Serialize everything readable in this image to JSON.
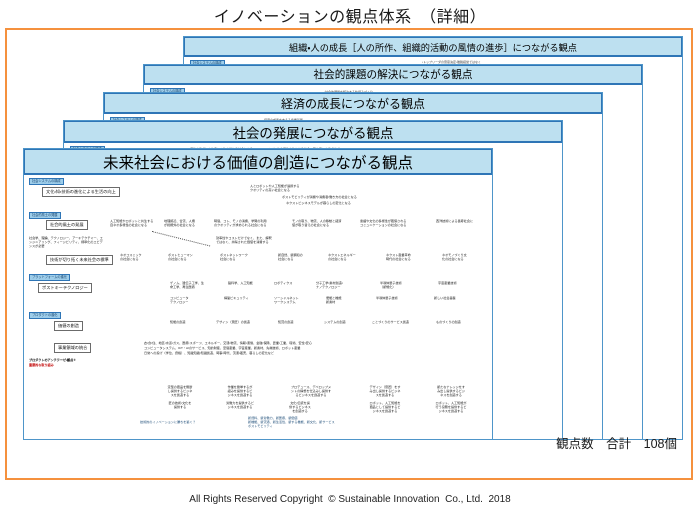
{
  "slide": {
    "title": "イノベーションの観点体系　（詳細）",
    "footer": "All Rights Reserved Copyright  © Sustainable Innovation  Co., Ltd.  2018",
    "total_label": "観点数　合計　108個",
    "accent_border": "#F5913E",
    "card_header_fill": "#BDE0F0",
    "card_border": "#2E75B6",
    "tag_fill": "#9DCDEA"
  },
  "cards": [
    {
      "id": "card-organization-people-growth",
      "title": "組織・人の成長［人の所作、組織的活動の風情の進歩］につながる観点",
      "tag": "社会システムの構成",
      "ghost": "・トップリーダの意思決定・離脱経営ではなく\n・チームワークが機能する"
    },
    {
      "id": "card-social-issue-solution",
      "title": "社会的課題の解決につながる観点",
      "tag": "社会システムの構成",
      "ghost": "・社会的課題を解決する仕組みづくり"
    },
    {
      "id": "card-economic-growth",
      "title": "経済の成長につながる観点",
      "tag": "社会システムの構成",
      "ghost": "経済の成長を支える産業基盤"
    },
    {
      "id": "card-society-development",
      "title": "社会の発展につながる観点",
      "tag": "社会システムの構成",
      "sub_tag": "社会の発展",
      "ghost": "個性を追求しより良い人生を送れる社会となる　・・・・・・　一人ひとりの個性を生かせる社会、夢や思いを追求まで\n文化・知・技術を追求しより良い人生を送れる社会となる"
    }
  ],
  "front_card": {
    "id": "card-future-value-creation",
    "title": "未来社会における価値の創造につながる観点",
    "sections": [
      {
        "tag": "社会システムの構成",
        "box": "文化・知・技術の進化による生活の向上",
        "notes": [
          "人とロボットや人工知能が連携する\nクオリティの高い社会となる",
          "ポストモビリティが消費や消費者/働き方の社会となる",
          "ネクストビジネスモデルが暮らしの変化となる"
        ]
      },
      {
        "tag": "社会的風土の発展",
        "box": "社会的風土の発展",
        "side_note": "社会学、理論、テクノロジー、アーキテクチャー、エンジニアリング、フィージビリティ、標準化のエビデンスが必要",
        "row": [
          "人工知能やロボットと共生する\n自ネオ多様性の社会になる",
          "地理接近、合流、人権\nが総権外の社会になる",
          "時間、コト、モノの消費、学問の利用\nのクオリティが求められる社会になる",
          "モノの取り、物流、人の移動と経済\n値が取り替えの社会になる",
          "言語や文化の多様性が確保される\nコミュニケーションの社会になる",
          "西洋技術による長寿社会に"
        ],
        "leader_note": "効率性やコストだけでなく、また、解釈\nではなく、共鳴された価値を消費する"
      },
      {
        "tag": "",
        "box": "技術が切り拓く未来社会の標準",
        "row": [
          "ネオコスミック\nの社会になる",
          "ポストヒューマン\nの社会になる",
          "ポストネットワーク\n社会になる",
          "新自然、新調和の\n社会になる",
          "ネクストエネルギー\nの社会になる",
          "ネクスト産業革命\n時代の社会になる",
          "ネオモノづくり文\n化の社会になる"
        ]
      },
      {
        "tag": "プラットフォームの進化",
        "box": "ポストキーテクノロジー",
        "row": [
          "ゲノム、遺伝子工学、生\n命工学、再生医療",
          "脳科学、人工知能",
          "ロボティクス",
          "分子工学・素材創造・\nナノテクノロジー",
          "半導体量子技術\n（新規化）",
          "宇宙産業技術"
        ],
        "row2": [
          "コンピュータ\nテクノロジー",
          "構築ビキュリティ",
          "ソーシャルネット\nワークシステム",
          "便能と機能\n新素材",
          "半導体量子技術",
          "新しい社会基盤"
        ]
      },
      {
        "tag": "プロダクトの進化",
        "box": "価値の創造",
        "row": [
          "知能の創造",
          "デザイン（意匠）の創造",
          "知覚の創造",
          "システムの創造",
          "ことづくりのサービス創造",
          "ものづくりの創造"
        ]
      },
      {
        "tag": "",
        "box": "事業領域の統合",
        "row": [
          "衣・食・住、地区・水道・ガス、医療・スポーツ、エネルギー、交通・物流、情報・通信、金融・保険、農業・工業、環境、安全・安心",
          "コンピュータシステム、ICT・AIのサービス、知的財産、空間産業、宇宙産業、新素材、先端技術、ロボット産業",
          "日常への投げ（学位、資格）、知識知識・知識創造、時事・時代、流通・販売、暮らしの変化など"
        ],
        "bold_note": "プロダクトのアンチテーゼ・観点②",
        "red_note": "重要的な取り組み"
      }
    ],
    "matrix_rows": [
      [
        "定型の商品を無断\nし提供するビジネ\nスを創造する",
        "作業を簡単するが\n組みを提供するビ\nジネスを創造する",
        "プロデュース、デベロップメ\nントの構想を仕込みし提供す\nるビジネスを創造する",
        "デザイン（意匠）をす\nみ出し提供するビジネ\nスを創造する",
        "新たなナレッジをす\nみ出し提供するビジ\nネスを創造する"
      ],
      [
        "匠の技術・文化を\n提供する",
        "労働力を提供するビ\nジネスを創造する",
        "文化・伝統を提\n供するビジネス\nを創造する",
        "ロボット、人工知能を\n商品として提供するビ\nジネスを創造する",
        "ロボット、人工知能が\n行う役務を提供するビ\nジネスを創造する"
      ]
    ],
    "bottom_note": {
      "question": "技術的のイノベーションに勝ちを築く？",
      "list": "新資料、新労働力、新医療、新価値\n新機能、新流通、新生活性、新する機能、新文化、新サービス\nポストモビリティ"
    }
  }
}
